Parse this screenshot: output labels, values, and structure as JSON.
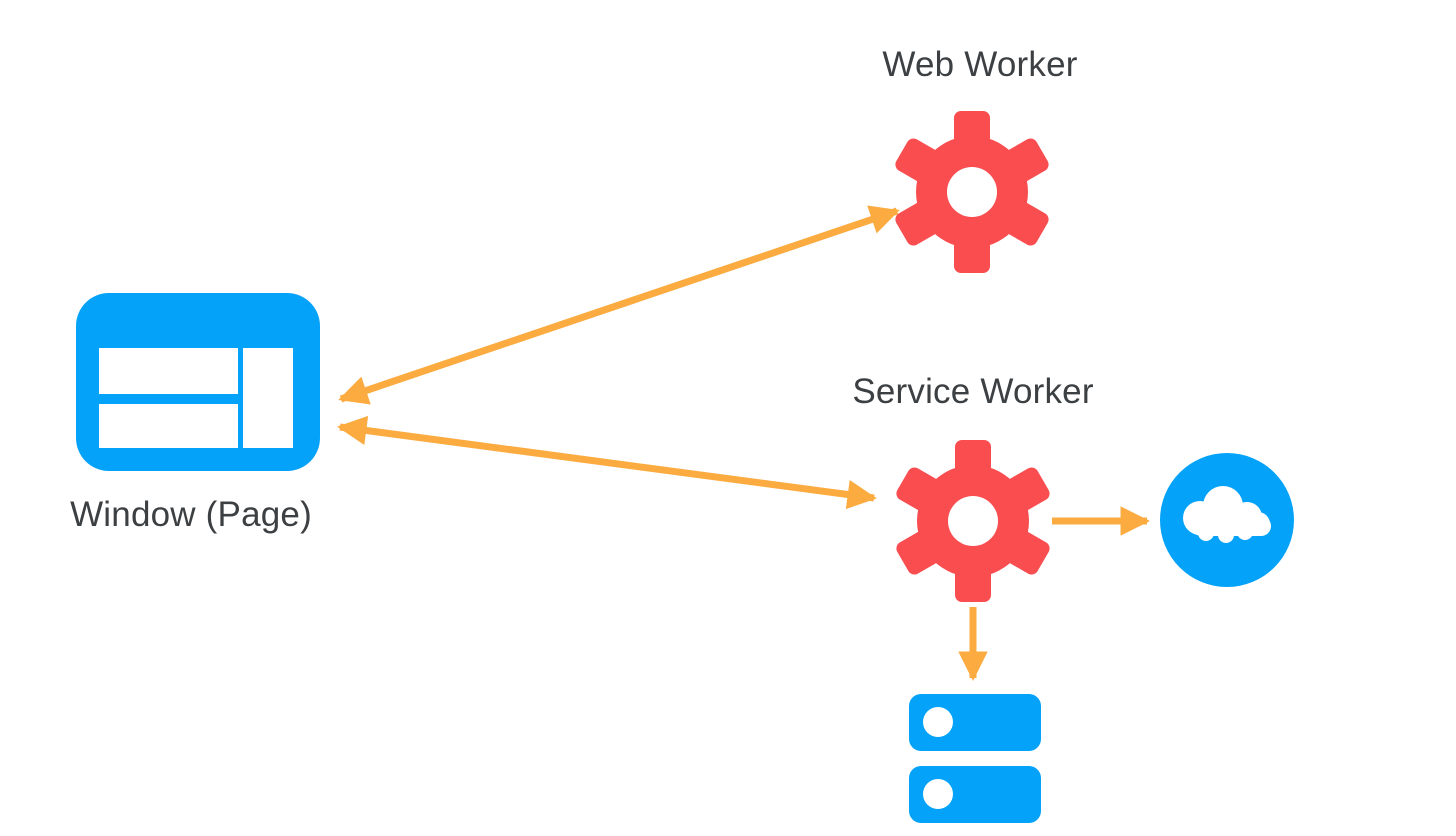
{
  "diagram": {
    "nodes": {
      "web_worker": {
        "label": "Web Worker",
        "icon": "gear"
      },
      "service_worker": {
        "label": "Service Worker",
        "icon": "gear"
      },
      "window_page": {
        "label": "Window (Page)",
        "icon": "browser-window"
      },
      "network": {
        "label": "",
        "icon": "cloud"
      },
      "storage": {
        "label": "",
        "icon": "database-stack"
      }
    },
    "edges": [
      {
        "from": "window_page",
        "to": "web_worker",
        "direction": "bidirectional"
      },
      {
        "from": "window_page",
        "to": "service_worker",
        "direction": "bidirectional"
      },
      {
        "from": "service_worker",
        "to": "network",
        "direction": "one-way"
      },
      {
        "from": "service_worker",
        "to": "storage",
        "direction": "one-way"
      }
    ],
    "colors": {
      "gear_red": "#fa4d50",
      "blue": "#05a2f9",
      "arrow_orange": "#fbab40",
      "label_text": "#3c4043",
      "icon_inner": "#ffffff",
      "background": "#ffffff"
    }
  }
}
